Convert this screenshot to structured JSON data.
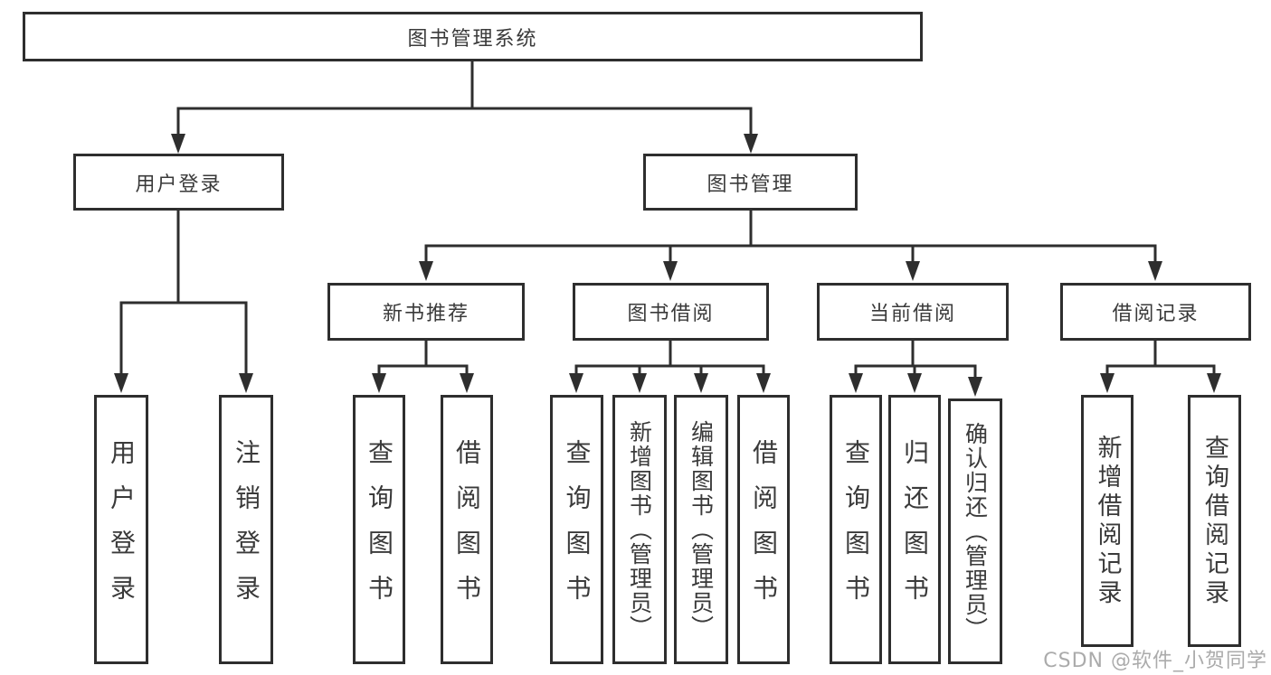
{
  "colors": {
    "line": "#2e2e2e",
    "box_border": "#2e2e2e",
    "text": "#3a3a3a",
    "watermark": "#a2a2a2",
    "background": "#ffffff"
  },
  "watermark": {
    "text": "CSDN @软件_小贺同学"
  },
  "tree": {
    "label": "图书管理系统",
    "children": [
      {
        "label": "用户登录",
        "children": [
          {
            "label": "用户登录"
          },
          {
            "label": "注销登录"
          }
        ]
      },
      {
        "label": "图书管理",
        "children": [
          {
            "label": "新书推荐",
            "children": [
              {
                "label": "查询图书"
              },
              {
                "label": "借阅图书"
              }
            ]
          },
          {
            "label": "图书借阅",
            "children": [
              {
                "label": "查询图书"
              },
              {
                "label": "新增图书（管理员）"
              },
              {
                "label": "编辑图书（管理员）"
              },
              {
                "label": "借阅图书"
              }
            ]
          },
          {
            "label": "当前借阅",
            "children": [
              {
                "label": "查询图书"
              },
              {
                "label": "归还图书"
              },
              {
                "label": "确认归还（管理员）"
              }
            ]
          },
          {
            "label": "借阅记录",
            "children": [
              {
                "label": "新增借阅记录"
              },
              {
                "label": "查询借阅记录"
              }
            ]
          }
        ]
      }
    ]
  }
}
